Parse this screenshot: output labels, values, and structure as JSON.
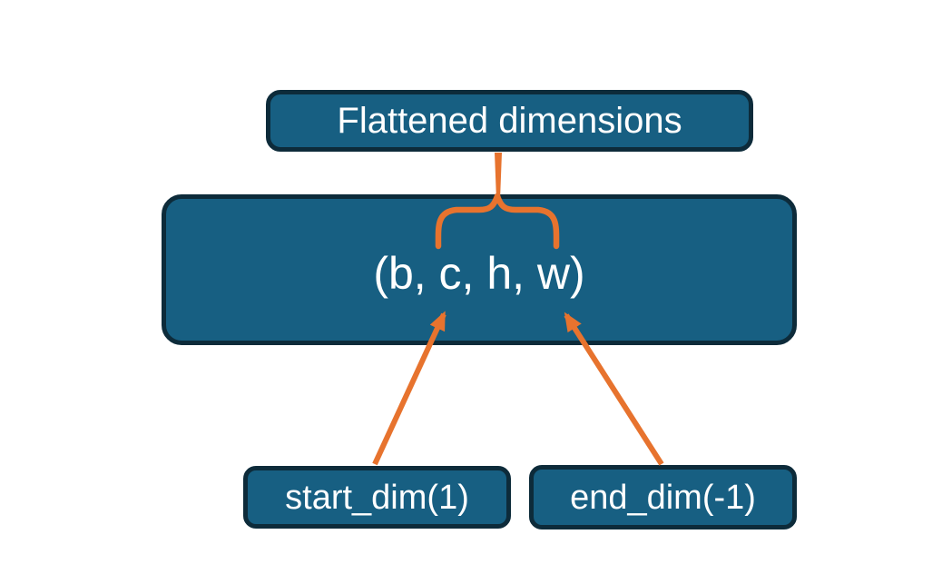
{
  "diagram": {
    "title_box": {
      "label": "Flattened dimensions"
    },
    "main_box": {
      "label": "(b, c, h, w)"
    },
    "start_box": {
      "label": "start_dim(1)"
    },
    "end_box": {
      "label": "end_dim(-1)"
    },
    "colors": {
      "box_fill": "#175F82",
      "box_border": "#0D2B3A",
      "connector": "#E7732E",
      "text_color": "#FFFFFF",
      "background": "#FFFFFF"
    }
  }
}
